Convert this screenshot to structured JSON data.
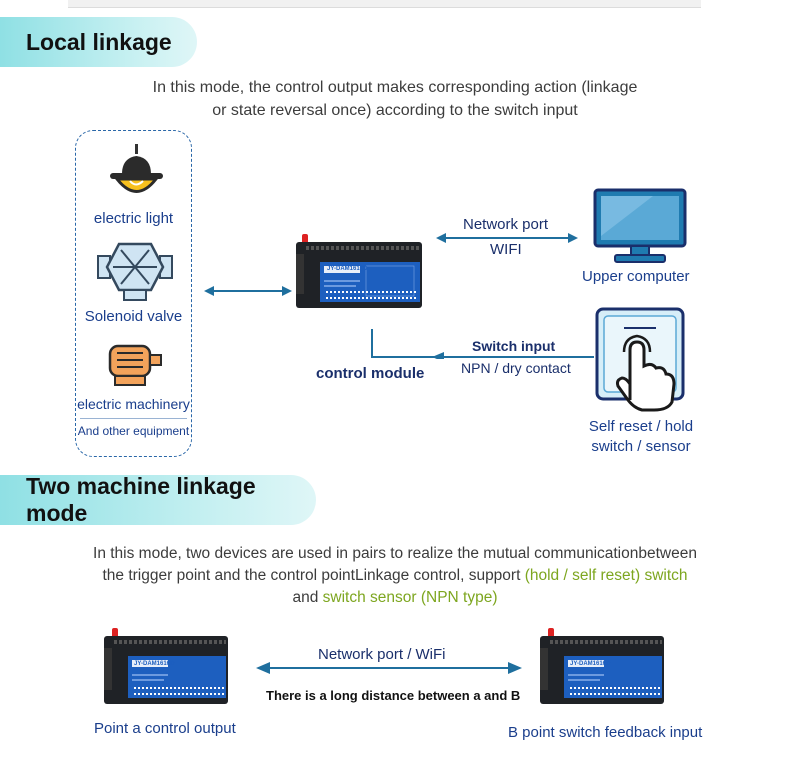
{
  "section1": {
    "title": "Local linkage",
    "description_line1": "In this mode, the control output makes corresponding action (linkage",
    "description_line2": "or state reversal once) according to the switch input",
    "devices": {
      "light": "electric light",
      "valve": "Solenoid valve",
      "machinery": "electric machinery",
      "other": "And other equipment"
    },
    "module_label": "control module",
    "module_brand": "JY-DAM1616D",
    "network_port": "Network port",
    "wifi": "WIFI",
    "upper_computer": "Upper computer",
    "switch_input": "Switch input",
    "npn_contact": "NPN / dry contact",
    "sensor_line1": "Self reset / hold",
    "sensor_line2": "switch / sensor"
  },
  "section2": {
    "title": "Two machine linkage mode",
    "description_line1": "In this mode, two devices are used in pairs to realize the mutual communicationbetween",
    "description_line2_a": "the trigger point and the control pointLinkage control, support ",
    "description_line2_hl": "(hold / self reset) switch",
    "description_line3_a": "and ",
    "description_line3_hl": "switch sensor (NPN type)",
    "network": "Network port / WiFi",
    "distance": "There is a long distance between a and B",
    "point_a": "Point a control output",
    "point_b": "B point switch feedback input"
  },
  "colors": {
    "accent_teal": "#8fe0e4",
    "label_blue": "#1a3e8c",
    "highlight_green": "#7da61f",
    "arrow_blue": "#1f6f9e",
    "module_blue": "#1d5fbf"
  }
}
